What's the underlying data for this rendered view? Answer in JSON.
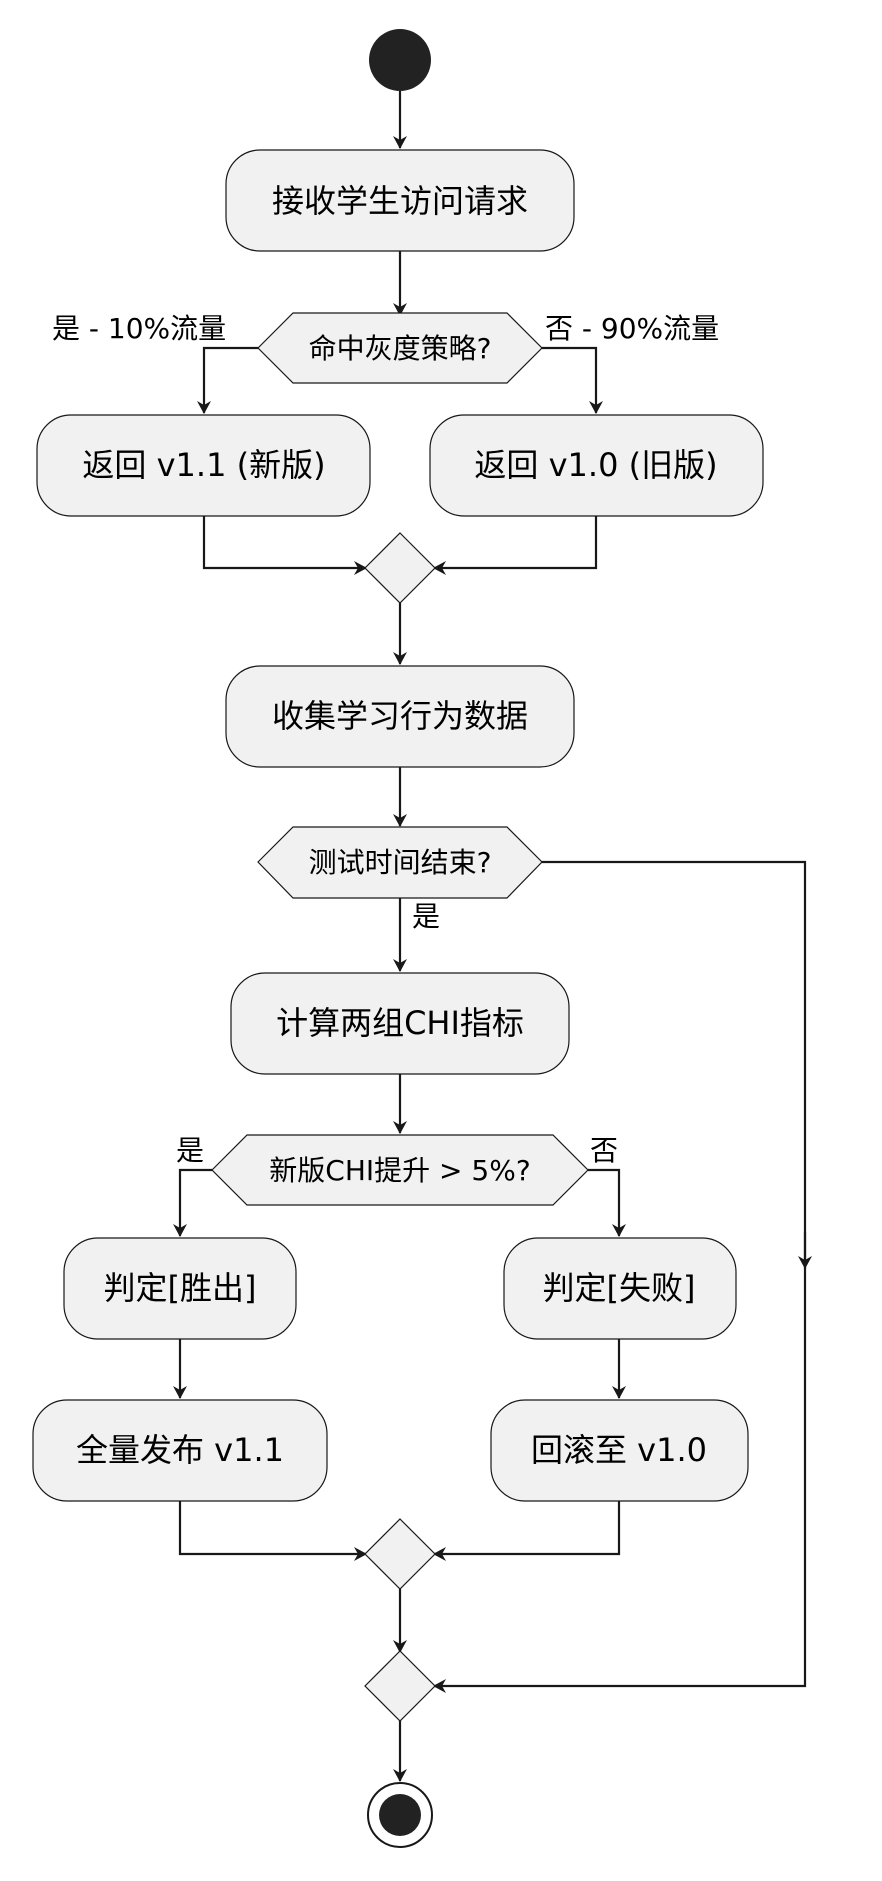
{
  "nodes": {
    "receive_request": "接收学生访问请求",
    "gray_policy": "命中灰度策略?",
    "return_new": "返回 v1.1 (新版)",
    "return_old": "返回 v1.0 (旧版)",
    "collect_data": "收集学习行为数据",
    "test_ended": "测试时间结束?",
    "compute_chi": "计算两组CHI指标",
    "chi_improved": "新版CHI提升 > 5%?",
    "judge_win": "判定[胜出]",
    "judge_fail": "判定[失败]",
    "full_release": "全量发布 v1.1",
    "rollback": "回滚至 v1.0"
  },
  "labels": {
    "gray_yes": "是 - 10%流量",
    "gray_no": "否 - 90%流量",
    "test_yes": "是",
    "chi_yes": "是",
    "chi_no": "否"
  }
}
